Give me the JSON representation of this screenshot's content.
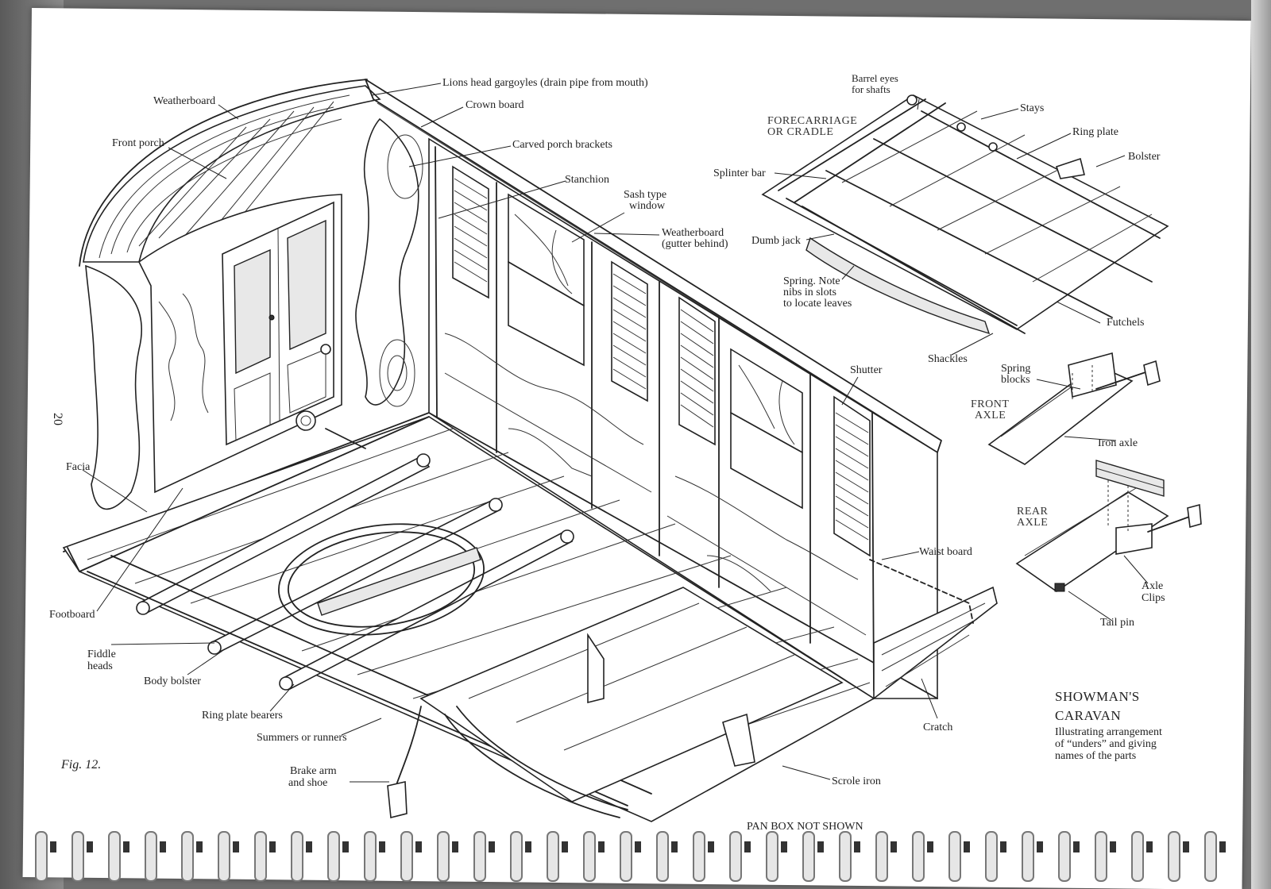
{
  "page_number": "20",
  "figure_label": "Fig. 12.",
  "title": {
    "line1": "SHOWMAN'S",
    "line2": "CARAVAN",
    "sub1": "Illustrating arrangement",
    "sub2": "of “unders” and giving",
    "sub3": "names of the parts"
  },
  "footer_note": "PAN BOX NOT SHOWN",
  "labels": {
    "lions_head": "Lions head gargoyles (drain pipe from mouth)",
    "weatherboard": "Weatherboard",
    "crown_board": "Crown board",
    "front_porch": "Front porch",
    "carved_porch_brackets": "Carved porch brackets",
    "stanchion": "Stanchion",
    "sash_window_1": "Sash type",
    "sash_window_2": "window",
    "weatherboard_gutter_1": "Weatherboard",
    "weatherboard_gutter_2": "(gutter behind)",
    "shutter": "Shutter",
    "waist_board": "Waist board",
    "cratch": "Cratch",
    "scrole_iron": "Scrole iron",
    "facia": "Facia",
    "footboard": "Footboard",
    "fiddle_heads_1": "Fiddle",
    "fiddle_heads_2": "heads",
    "body_bolster": "Body bolster",
    "ring_plate_bearers": "Ring plate bearers",
    "summers": "Summers or runners",
    "brake_arm_1": "Brake arm",
    "brake_arm_2": "and shoe",
    "barrel_eyes_1": "Barrel eyes",
    "barrel_eyes_2": "for shafts",
    "stays": "Stays",
    "ring_plate": "Ring plate",
    "bolster": "Bolster",
    "forecarriage_1": "FORECARRIAGE",
    "forecarriage_2": "OR CRADLE",
    "splinter_bar": "Splinter bar",
    "dumb_jack": "Dumb jack",
    "spring_note_1": "Spring. Note",
    "spring_note_2": "nibs in slots",
    "spring_note_3": "to locate leaves",
    "futchels": "Futchels",
    "shackles": "Shackles",
    "spring_blocks_1": "Spring",
    "spring_blocks_2": "blocks",
    "front_axle_1": "FRONT",
    "front_axle_2": "AXLE",
    "iron_axle": "Iron axle",
    "rear_axle_1": "REAR",
    "rear_axle_2": "AXLE",
    "axle_clips_1": "Axle",
    "axle_clips_2": "Clips",
    "tail_pin": "Tail pin"
  },
  "colors": {
    "paper": "#ffffff",
    "ink": "#222222",
    "background": "#6f6f6f",
    "binding": "#c8c8c8"
  },
  "binding_rings": 33
}
